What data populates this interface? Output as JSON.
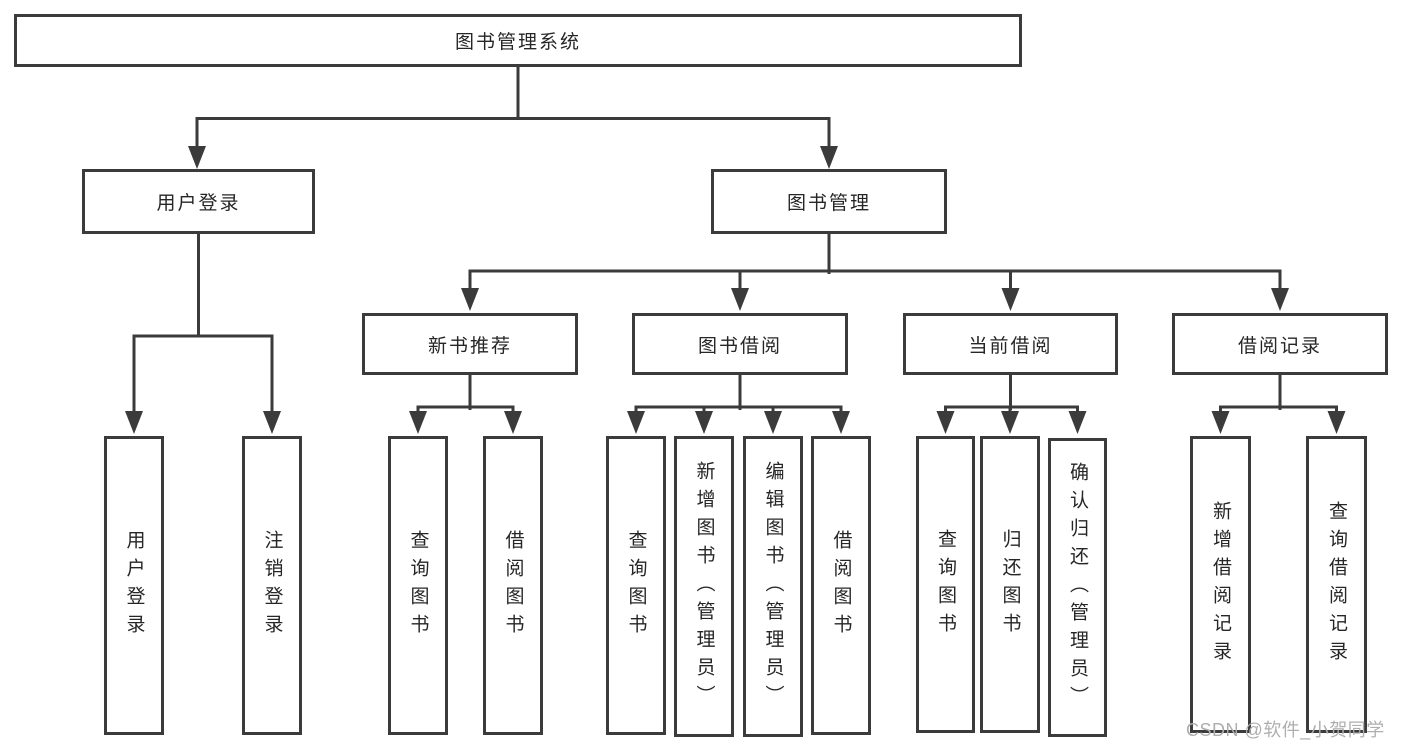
{
  "tree": {
    "label": "图书管理系统",
    "children": [
      {
        "label": "用户登录",
        "children": [
          {
            "label": "用户登录"
          },
          {
            "label": "注销登录"
          }
        ]
      },
      {
        "label": "图书管理",
        "children": [
          {
            "label": "新书推荐",
            "children": [
              {
                "label": "查询图书"
              },
              {
                "label": "借阅图书"
              }
            ]
          },
          {
            "label": "图书借阅",
            "children": [
              {
                "label": "查询图书"
              },
              {
                "label": "新增图书（管理员）"
              },
              {
                "label": "编辑图书（管理员）"
              },
              {
                "label": "借阅图书"
              }
            ]
          },
          {
            "label": "当前借阅",
            "children": [
              {
                "label": "查询图书"
              },
              {
                "label": "归还图书"
              },
              {
                "label": "确认归还（管理员）"
              }
            ]
          },
          {
            "label": "借阅记录",
            "children": [
              {
                "label": "新增借阅记录"
              },
              {
                "label": "查询借阅记录"
              }
            ]
          }
        ]
      }
    ]
  },
  "watermark": "CSDN @软件_小贺同学",
  "colors": {
    "line": "#3b3b3b",
    "box_border": "#3b3b3b",
    "text": "#262626",
    "background": "#ffffff",
    "watermark": "#aeaeae"
  }
}
